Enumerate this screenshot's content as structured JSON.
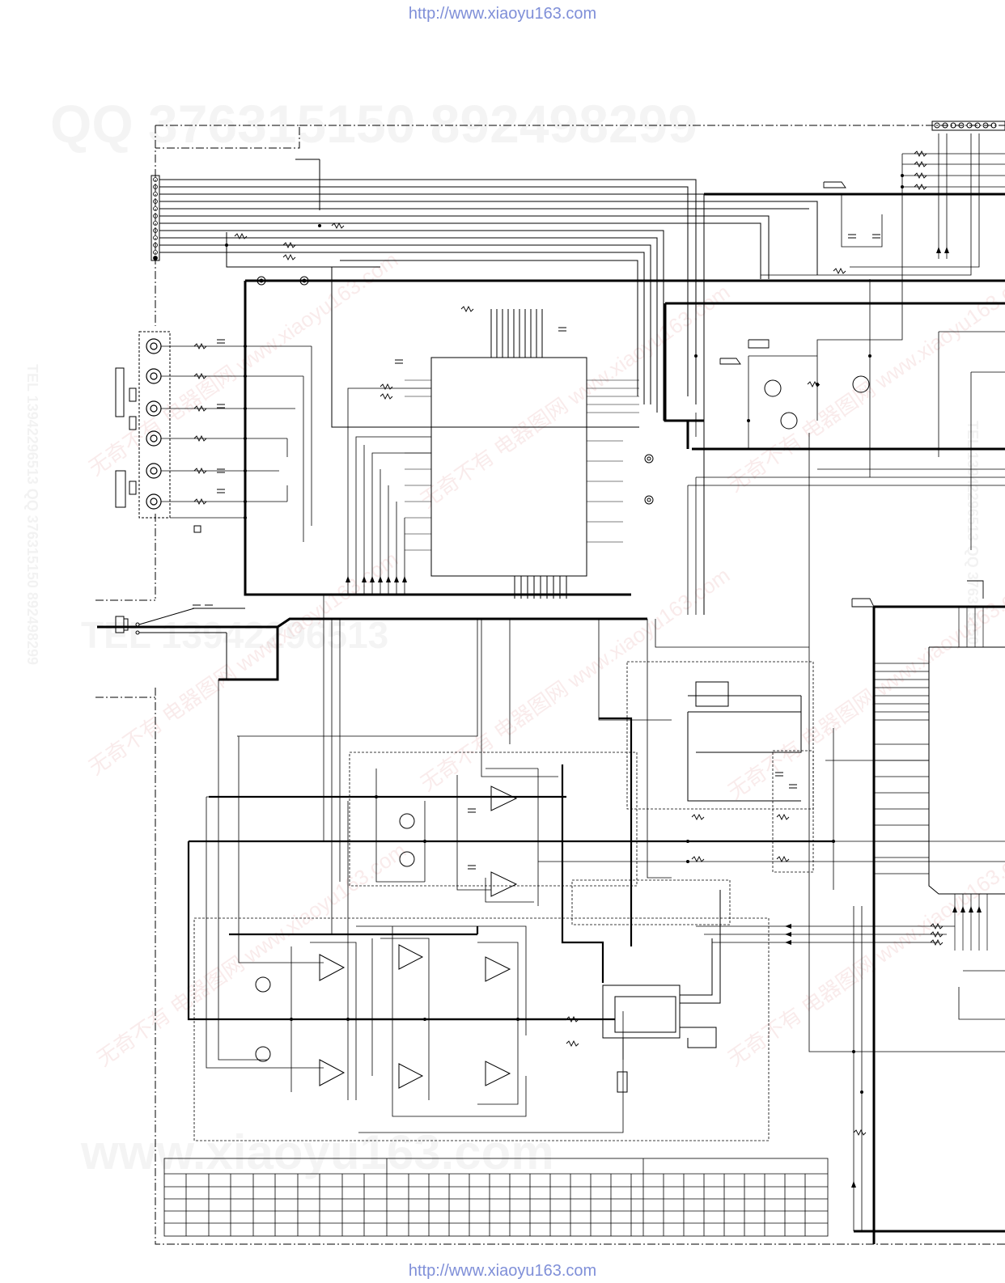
{
  "header": {
    "url": "http://www.xiaoyu163.com"
  },
  "footer": {
    "url": "http://www.xiaoyu163.com"
  },
  "watermarks": {
    "qq": "QQ 376315150   892498299",
    "tel": "TEL 13942296513",
    "www": "www.xiaoyu163.com",
    "diag": "无奇不有 电器图网 www.xiaoyu163.com",
    "side_left": "TEL 13942296513 QQ 376315150 892498299",
    "side_right": "TEL 13942296513 QQ 376315150"
  },
  "colors": {
    "ink": "#000000",
    "url": "#7f8fd8"
  }
}
